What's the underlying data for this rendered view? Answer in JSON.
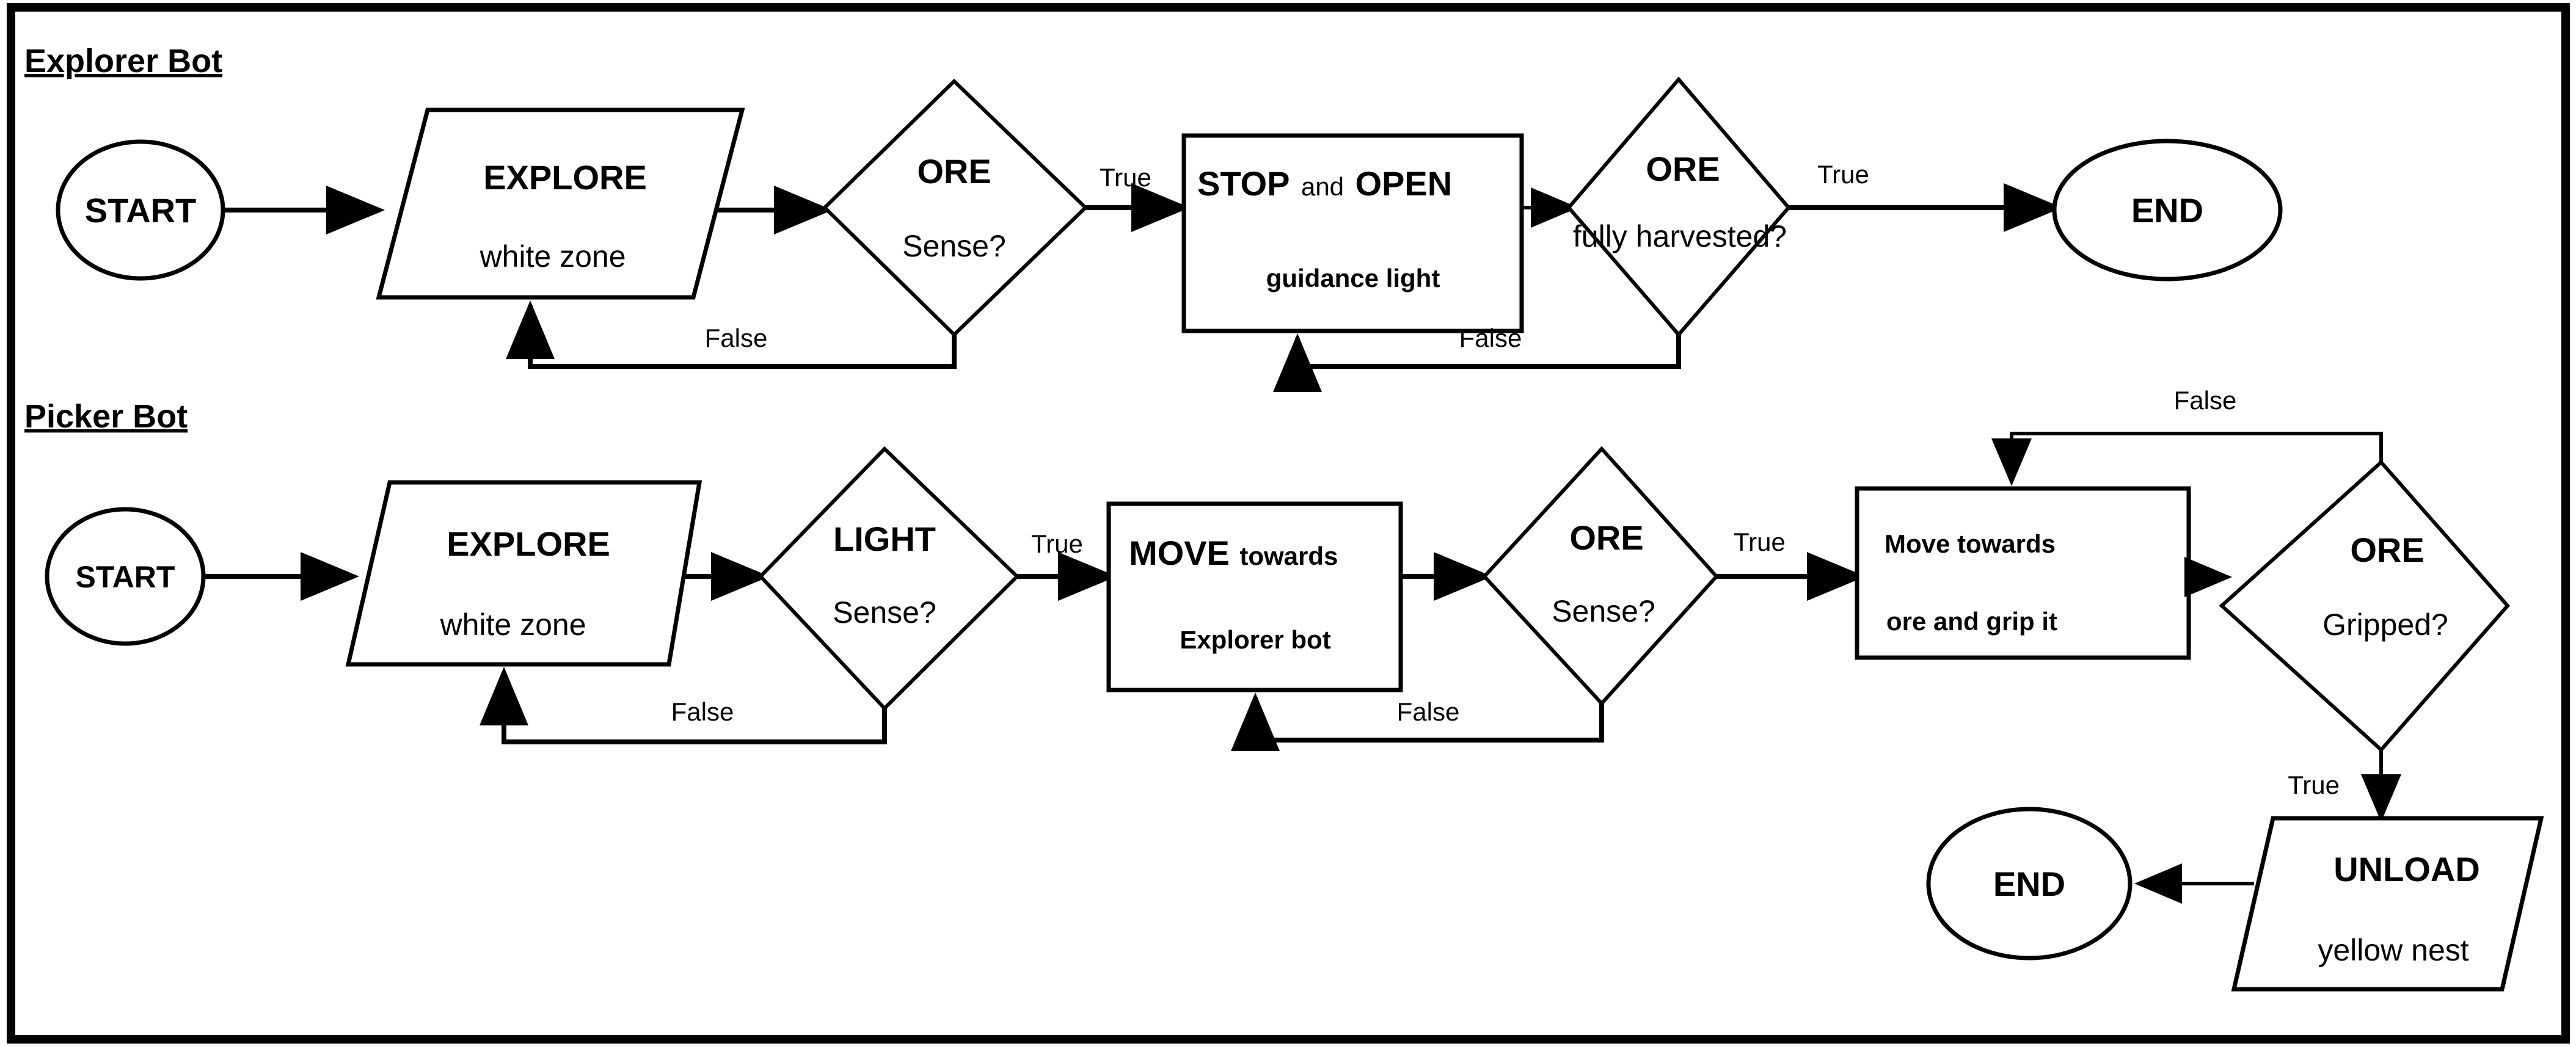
{
  "diagram": {
    "title_visible": false,
    "sections": [
      {
        "id": "explorer",
        "heading": "Explorer Bot",
        "nodes": [
          {
            "id": "ex-start",
            "type": "terminator",
            "label": "START"
          },
          {
            "id": "ex-explore",
            "type": "parallelogram",
            "label_main": "EXPLORE",
            "label_sub": "white zone"
          },
          {
            "id": "ex-ore1",
            "type": "decision",
            "label_main": "ORE",
            "label_sub": "Sense?"
          },
          {
            "id": "ex-stop",
            "type": "process",
            "label_main_a": "STOP",
            "label_main_b": "and",
            "label_main_c": "OPEN",
            "label_sub": "guidance light"
          },
          {
            "id": "ex-ore2",
            "type": "decision",
            "label_main": "ORE",
            "label_sub": "fully harvested?"
          },
          {
            "id": "ex-end",
            "type": "terminator",
            "label": "END"
          }
        ],
        "edges": [
          {
            "from": "ex-start",
            "to": "ex-explore",
            "label": ""
          },
          {
            "from": "ex-explore",
            "to": "ex-ore1",
            "label": ""
          },
          {
            "from": "ex-ore1",
            "to": "ex-stop",
            "label": "True"
          },
          {
            "from": "ex-ore1",
            "to": "ex-explore",
            "label": "False"
          },
          {
            "from": "ex-stop",
            "to": "ex-ore2",
            "label": ""
          },
          {
            "from": "ex-ore2",
            "to": "ex-end",
            "label": "True"
          },
          {
            "from": "ex-ore2",
            "to": "ex-stop",
            "label": "False"
          }
        ]
      },
      {
        "id": "picker",
        "heading": "Picker Bot",
        "nodes": [
          {
            "id": "pk-start",
            "type": "terminator",
            "label": "START"
          },
          {
            "id": "pk-explore",
            "type": "parallelogram",
            "label_main": "EXPLORE",
            "label_sub": "white zone"
          },
          {
            "id": "pk-light",
            "type": "decision",
            "label_main": "LIGHT",
            "label_sub": "Sense?"
          },
          {
            "id": "pk-move",
            "type": "process",
            "label_main_a": "MOVE",
            "label_main_b": "towards",
            "label_sub": "Explorer bot"
          },
          {
            "id": "pk-ore",
            "type": "decision",
            "label_main": "ORE",
            "label_sub": "Sense?"
          },
          {
            "id": "pk-grip",
            "type": "process",
            "label_line1": "Move towards",
            "label_line2": "ore and grip it"
          },
          {
            "id": "pk-gripped",
            "type": "decision",
            "label_main": "ORE",
            "label_sub": "Gripped?"
          },
          {
            "id": "pk-unload",
            "type": "parallelogram",
            "label_main": "UNLOAD",
            "label_sub": "yellow nest"
          },
          {
            "id": "pk-end",
            "type": "terminator",
            "label": "END"
          }
        ],
        "edges": [
          {
            "from": "pk-start",
            "to": "pk-explore",
            "label": ""
          },
          {
            "from": "pk-explore",
            "to": "pk-light",
            "label": ""
          },
          {
            "from": "pk-light",
            "to": "pk-move",
            "label": "True"
          },
          {
            "from": "pk-light",
            "to": "pk-explore",
            "label": "False"
          },
          {
            "from": "pk-move",
            "to": "pk-ore",
            "label": ""
          },
          {
            "from": "pk-ore",
            "to": "pk-grip",
            "label": "True"
          },
          {
            "from": "pk-ore",
            "to": "pk-move",
            "label": "False"
          },
          {
            "from": "pk-grip",
            "to": "pk-gripped",
            "label": ""
          },
          {
            "from": "pk-gripped",
            "to": "pk-grip",
            "label": "False"
          },
          {
            "from": "pk-gripped",
            "to": "pk-unload",
            "label": "True"
          },
          {
            "from": "pk-unload",
            "to": "pk-end",
            "label": ""
          }
        ]
      }
    ],
    "edge_labels": {
      "true": "True",
      "false": "False"
    },
    "colors": {
      "stroke": "#000000",
      "fill": "#ffffff",
      "background": "#ffffff"
    }
  }
}
